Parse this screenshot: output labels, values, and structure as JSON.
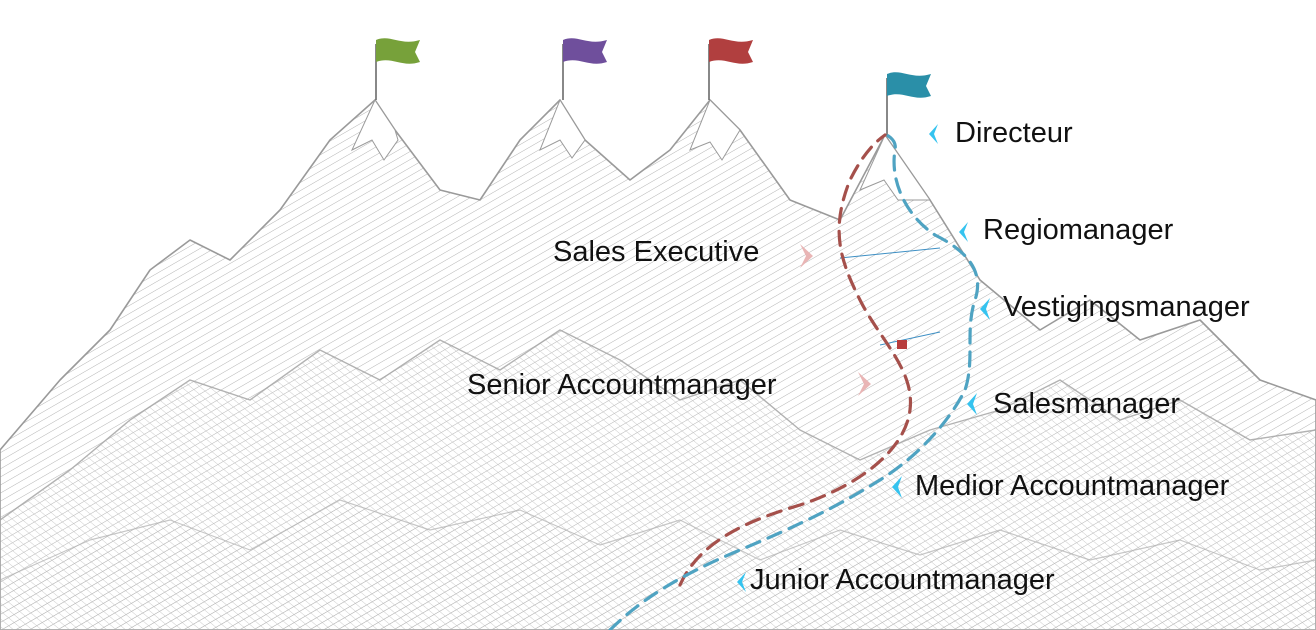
{
  "colors": {
    "flag_green": "#77a13a",
    "flag_purple": "#6f4f9c",
    "flag_red": "#b13f3f",
    "flag_blue": "#2a8fa8",
    "blue_path": "#4fa3c2",
    "red_path": "#a5504b",
    "blue_marker": "#35c3ef",
    "pink_marker": "#e9b5b5",
    "mountain_stroke": "#9c9c9c"
  },
  "diagram": {
    "blue_track_labels": [
      "Directeur",
      "Regiomanager",
      "Vestigingsmanager",
      "Salesmanager",
      "Medior Accountmanager",
      "Junior Accountmanager"
    ],
    "red_track_labels": [
      "Sales Executive",
      "Senior Accountmanager"
    ],
    "flags": [
      "green",
      "purple",
      "red",
      "blue"
    ]
  }
}
